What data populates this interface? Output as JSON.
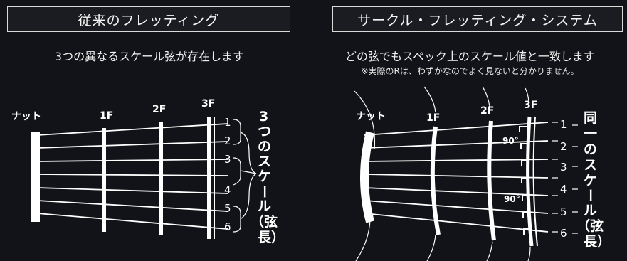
{
  "left": {
    "title": "従来のフレッティング",
    "subtitle": "3つの異なるスケール弦が存在します",
    "nut_label": "ナット",
    "fret_labels": [
      "1F",
      "2F",
      "3F"
    ],
    "string_numbers": [
      "1",
      "2",
      "3",
      "4",
      "5",
      "6"
    ],
    "vertical_label": [
      "3",
      "つ",
      "の",
      "ス",
      "ケ",
      "ー",
      "ル",
      "（弦",
      "長）"
    ]
  },
  "right": {
    "title": "サークル・フレッティング・システム",
    "subtitle": "どの弦でもスペック上のスケール値と一致します",
    "note": "※実際のRは、わずかなのでよく見ないと分かりません。",
    "nut_label": "ナット",
    "fret_labels": [
      "1F",
      "2F",
      "3F"
    ],
    "string_numbers": [
      "1",
      "2",
      "3",
      "4",
      "5",
      "6"
    ],
    "angle_labels": [
      "90°",
      "90°"
    ],
    "vertical_label": [
      "同",
      "一",
      "の",
      "ス",
      "ケ",
      "ー",
      "ル",
      "（弦",
      "長）"
    ]
  },
  "colors": {
    "background": "#121318",
    "line": "#ffffff"
  }
}
